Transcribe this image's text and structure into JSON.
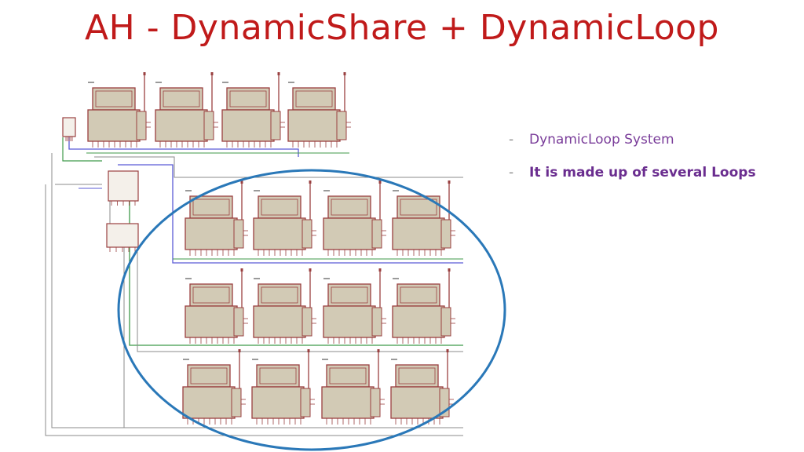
{
  "title": "AH - DynamicShare  +  DynamicLoop",
  "bullets": [
    {
      "dash": "-",
      "text": "DynamicLoop System"
    },
    {
      "dash": "-",
      "text": "It is made up of several Loops"
    }
  ],
  "colors": {
    "title": "#c01a1a",
    "bullet_1": "#7a3d9a",
    "bullet_2": "#6a2d8f",
    "ellipse": "#2a78b8",
    "component_fill": "#d2cab5",
    "component_stroke": "#9a4040",
    "wire_blue": "#5b5bd6",
    "wire_green": "#3f9a4a",
    "wire_gray": "#8b8b8b"
  },
  "diagram": {
    "module_rows": 4,
    "modules_per_row": 4,
    "ellipse_encloses_rows": 3
  }
}
